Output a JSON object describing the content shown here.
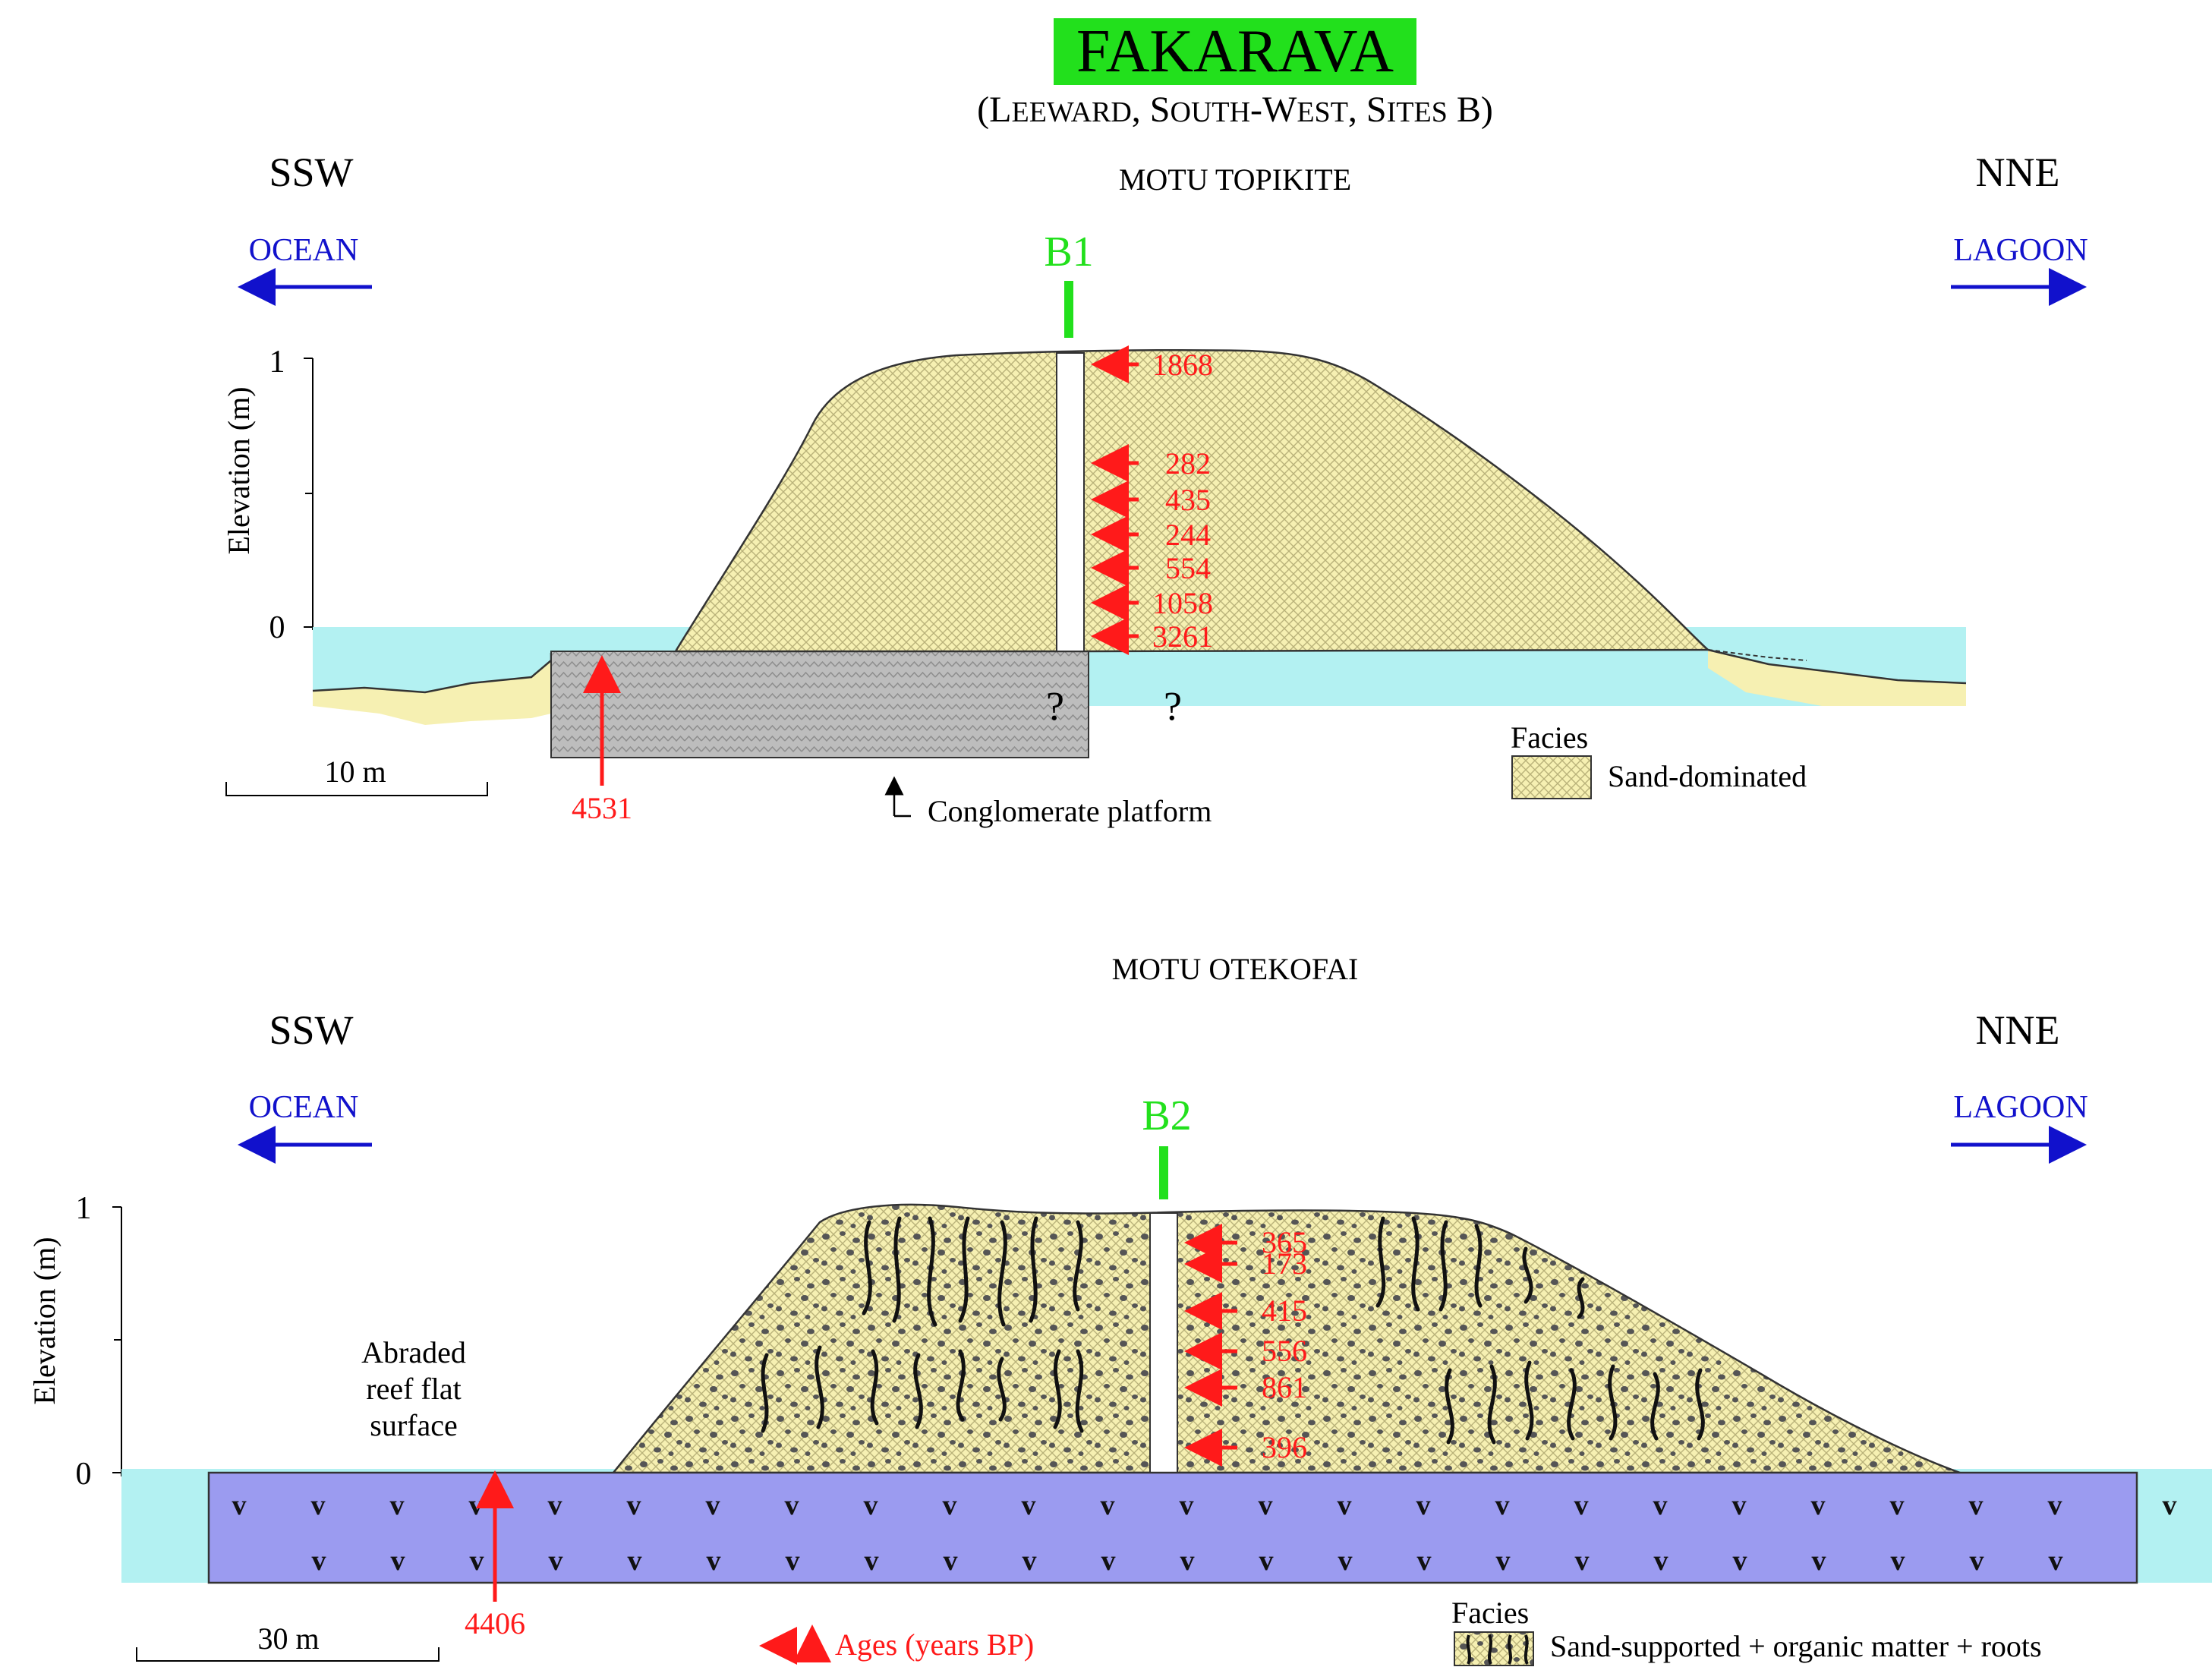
{
  "title": "FAKARAVA",
  "subtitle_parts": [
    "(L",
    "EEWARD",
    ", S",
    "OUTH",
    "-W",
    "EST",
    ", S",
    "ITES",
    " B)"
  ],
  "colors": {
    "title_bg": "#22e01c",
    "water": "#b3f1f2",
    "sand": "#f6f0b2",
    "sand_hatch": "#b0a870",
    "conglomerate": "#bdbdbd",
    "reef": "#9b9bf0",
    "age_red": "#ff1a1a",
    "blue": "#1111cc",
    "core_green": "#22e01c",
    "speckle": "#555555",
    "root": "#111111"
  },
  "top": {
    "site_name": "MOTU TOPIKITE",
    "left_dir": "SSW",
    "right_dir": "NNE",
    "left_water": "OCEAN",
    "right_water": "LAGOON",
    "core_label": "B1",
    "ylabel": "Elevation (m)",
    "y_ticks": [
      "1",
      "0"
    ],
    "ages": [
      "1868",
      "282",
      "435",
      "244",
      "554",
      "1058",
      "3261"
    ],
    "platform_age": "4531",
    "question_marks": [
      "?",
      "?"
    ],
    "scale_label": "10 m",
    "platform_label": "Conglomerate platform",
    "legend_title": "Facies",
    "legend_item": "Sand-dominated"
  },
  "bottom": {
    "site_name": "MOTU OTEKOFAI",
    "left_dir": "SSW",
    "right_dir": "NNE",
    "left_water": "OCEAN",
    "right_water": "LAGOON",
    "core_label": "B2",
    "ylabel": "Elevation (m)",
    "y_ticks": [
      "1",
      "0"
    ],
    "ages": [
      "365",
      "173",
      "415",
      "556",
      "861",
      "396"
    ],
    "reef_age": "4406",
    "reef_label_lines": [
      "Abraded",
      "reef flat",
      "surface"
    ],
    "reef_marker": "v",
    "scale_label": "30 m",
    "ages_legend": "Ages (years BP)",
    "legend_title": "Facies",
    "legend_item": "Sand-supported + organic matter + roots"
  }
}
